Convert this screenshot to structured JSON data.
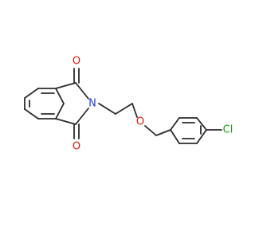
{
  "molecule": {
    "atoms": {
      "o_top": "O",
      "o_bottom": "O",
      "n": "N",
      "o_ether": "O",
      "cl": "Cl"
    }
  },
  "colors": {
    "bond": "#2b2b2b",
    "oxygen": "#e0190e",
    "nitrogen": "#1f3de6",
    "chlorine": "#1f9a16",
    "background": "#ffffff"
  }
}
